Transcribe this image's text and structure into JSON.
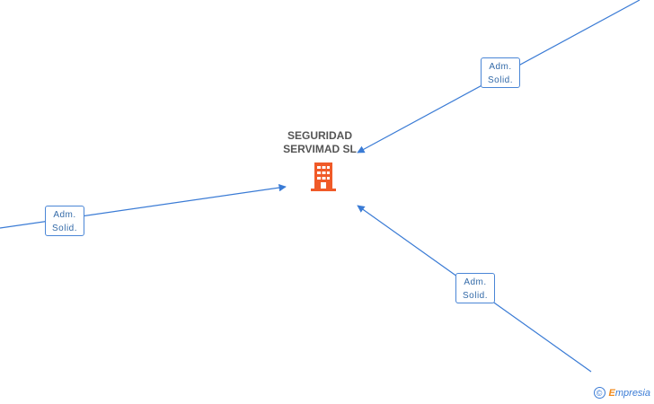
{
  "company": {
    "name_line1": "SEGURIDAD",
    "name_line2": "SERVIMAD SL",
    "icon": "building-icon",
    "color": "#f05a28"
  },
  "relations": [
    {
      "line1": "Adm.",
      "line2": "Solid."
    },
    {
      "line1": "Adm.",
      "line2": "Solid."
    },
    {
      "line1": "Adm.",
      "line2": "Solid."
    }
  ],
  "footer": {
    "copyright_symbol": "©",
    "brand_first": "E",
    "brand_rest": "mpresia"
  },
  "colors": {
    "edge": "#3a7bd5",
    "label_border": "#4a86d6"
  }
}
